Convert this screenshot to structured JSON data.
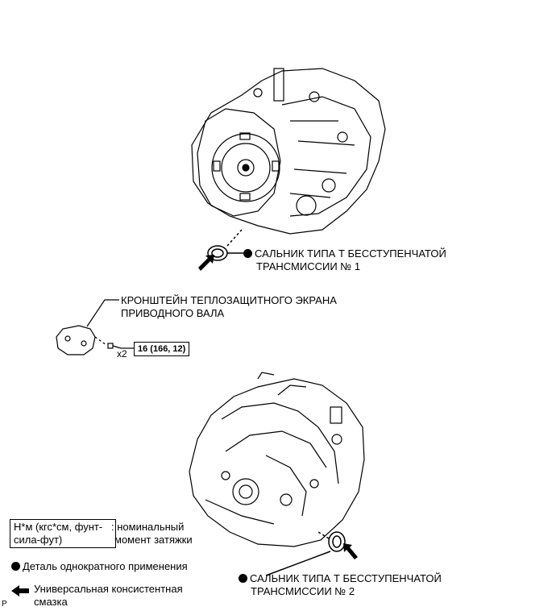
{
  "callouts": {
    "seal1_line1": "САЛЬНИК ТИПА Т БЕССТУПЕНЧАТОЙ",
    "seal1_line2": "ТРАНСМИССИИ № 1",
    "bracket_line1": "КРОНШТЕЙН ТЕПЛОЗАЩИТНОГО ЭКРАНА",
    "bracket_line2": "ПРИВОДНОГО ВАЛА",
    "bolt_count": "x2",
    "torque_value": "16 (166, 12)",
    "seal2_line1": "САЛЬНИК ТИПА Т БЕССТУПЕНЧАТОЙ",
    "seal2_line2": "ТРАНСМИССИИ № 2"
  },
  "legend": {
    "torque_units_line1": "Н*м (кгс*см, фунт-",
    "torque_units_line2": "сила-фут)",
    "torque_desc_line1": ": номинальный",
    "torque_desc_line2": "момент затяжки",
    "single_use": "Деталь однократного применения",
    "grease_line1": "Универсальная консистентная",
    "grease_line2": "смазка"
  },
  "corner_mark": "P"
}
